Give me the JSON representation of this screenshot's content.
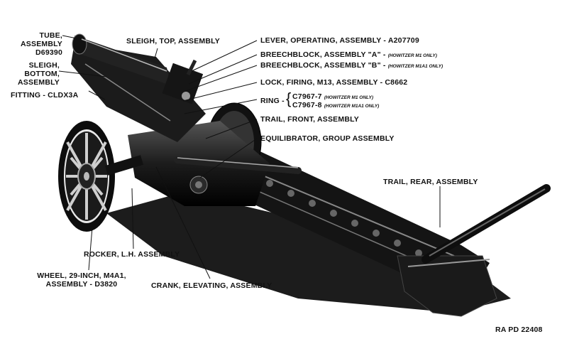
{
  "labels": {
    "tube_1": "TUBE,",
    "tube_2": "ASSEMBLY",
    "tube_3": "D69390",
    "sleigh_top": "SLEIGH, TOP, ASSEMBLY",
    "sleigh_bottom_1": "SLEIGH,",
    "sleigh_bottom_2": "BOTTOM,",
    "sleigh_bottom_3": "ASSEMBLY",
    "fitting": "FITTING - CLDX3A",
    "lever": "LEVER, OPERATING, ASSEMBLY - A207709",
    "breechblock_a": "BREECHBLOCK, ASSEMBLY \"A\" -",
    "breechblock_a_note": "(HOWITZER M1 ONLY)",
    "breechblock_b": "BREECHBLOCK, ASSEMBLY \"B\" -",
    "breechblock_b_note": "(HOWITZER M1A1 ONLY)",
    "lock": "LOCK, FIRING, M13, ASSEMBLY - C8662",
    "ring": "RING -",
    "ring_1": "C7967-7",
    "ring_1_note": "(HOWITZER M1 ONLY)",
    "ring_2": "C7967-8",
    "ring_2_note": "(HOWITZER M1A1 ONLY)",
    "trail_front": "TRAIL, FRONT, ASSEMBLY",
    "equilibrator": "EQUILIBRATOR, GROUP ASSEMBLY",
    "trail_rear": "TRAIL, REAR, ASSEMBLY",
    "rocker": "ROCKER, L.H. ASSEMBLY",
    "wheel_1": "WHEEL, 29-INCH, M4A1,",
    "wheel_2": "ASSEMBLY - D3820",
    "crank": "CRANK, ELEVATING, ASSEMBLY",
    "ref": "RA PD 22408"
  }
}
